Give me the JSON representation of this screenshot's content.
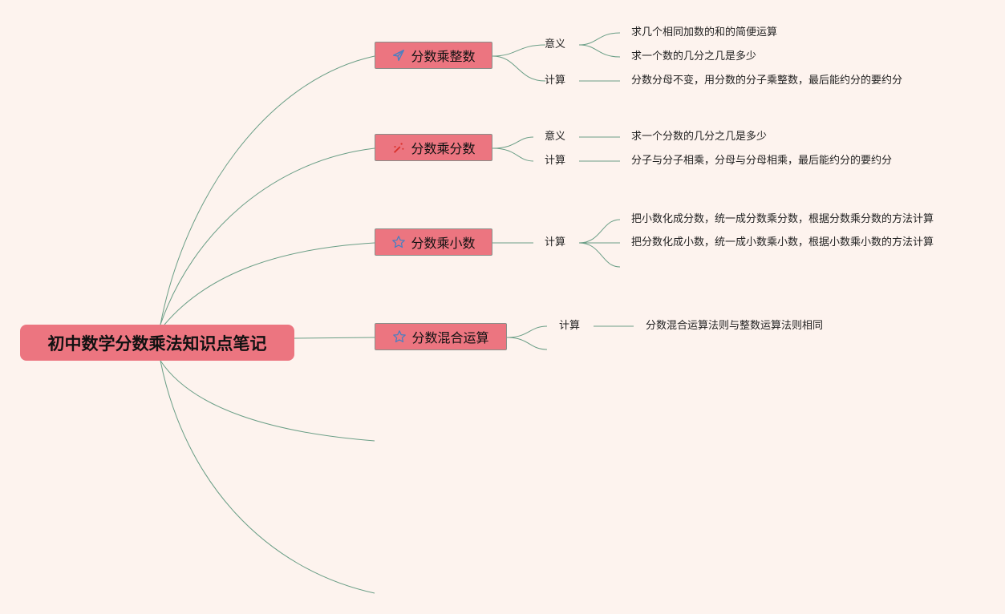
{
  "root": {
    "label": "初中数学分数乘法知识点笔记"
  },
  "colors": {
    "background": "#fdf3ee",
    "node": "#ec7580",
    "line": "#6a9e86"
  },
  "branches": [
    {
      "label": "分数乘整数",
      "icon": "paper-plane-icon",
      "children": [
        {
          "label": "意义",
          "items": [
            "求几个相同加数的和的简便运算",
            "求一个数的几分之几是多少"
          ]
        },
        {
          "label": "计算",
          "items": [
            "分数分母不变，用分数的分子乘整数，最后能约分的要约分"
          ]
        }
      ]
    },
    {
      "label": "分数乘分数",
      "icon": "magic-wand-icon",
      "children": [
        {
          "label": "意义",
          "items": [
            "求一个分数的几分之几是多少"
          ]
        },
        {
          "label": "计算",
          "items": [
            "分子与分子相乘，分母与分母相乘，最后能约分的要约分"
          ]
        }
      ]
    },
    {
      "label": "分数乘小数",
      "icon": "star-icon",
      "children": [
        {
          "label": "计算",
          "items": [
            "把小数化成分数，统一成分数乘分数，根据分数乘分数的方法计算",
            "把分数化成小数，统一成小数乘小数，根据小数乘小数的方法计算"
          ]
        }
      ]
    },
    {
      "label": "分数混合运算",
      "icon": "star-icon",
      "children": [
        {
          "label": "计算",
          "items": [
            "分数混合运算法则与整数运算法则相同"
          ]
        }
      ]
    }
  ]
}
